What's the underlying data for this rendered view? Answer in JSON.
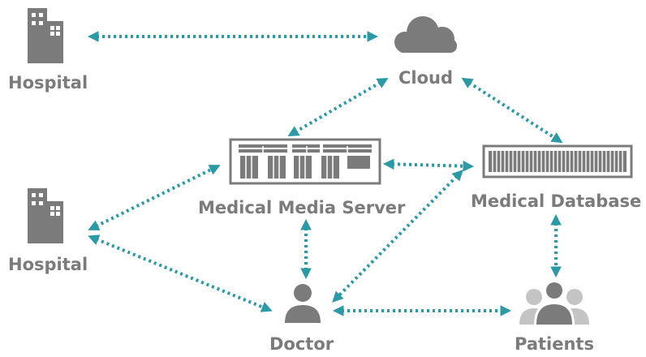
{
  "nodes": {
    "hospital_top": {
      "label": "Hospital",
      "icon": "hospital-building-icon"
    },
    "hospital_mid": {
      "label": "Hospital",
      "icon": "hospital-building-icon"
    },
    "cloud": {
      "label": "Cloud",
      "icon": "cloud-icon"
    },
    "media_server": {
      "label": "Medical Media Server",
      "icon": "server-rack-icon"
    },
    "database": {
      "label": "Medical Database",
      "icon": "database-rack-icon"
    },
    "doctor": {
      "label": "Doctor",
      "icon": "person-icon"
    },
    "patients": {
      "label": "Patients",
      "icon": "people-group-icon"
    }
  },
  "edges": [
    {
      "from": "hospital_top",
      "to": "cloud",
      "style": "dotted",
      "arrows": "both"
    },
    {
      "from": "cloud",
      "to": "media_server",
      "style": "dotted",
      "arrows": "both"
    },
    {
      "from": "cloud",
      "to": "database",
      "style": "dotted",
      "arrows": "both"
    },
    {
      "from": "media_server",
      "to": "database",
      "style": "dotted",
      "arrows": "both"
    },
    {
      "from": "hospital_mid",
      "to": "media_server",
      "style": "dotted",
      "arrows": "both"
    },
    {
      "from": "hospital_mid",
      "to": "doctor",
      "style": "dotted",
      "arrows": "both"
    },
    {
      "from": "media_server",
      "to": "doctor",
      "style": "dotted",
      "arrows": "both"
    },
    {
      "from": "database",
      "to": "doctor",
      "style": "dotted",
      "arrows": "both"
    },
    {
      "from": "database",
      "to": "patients",
      "style": "dotted",
      "arrows": "both"
    },
    {
      "from": "doctor",
      "to": "patients",
      "style": "dotted",
      "arrows": "both"
    }
  ],
  "colors": {
    "arrow": "#2a9aa6",
    "icon": "#7b7b7b",
    "icon_light": "#c4c4c4",
    "label": "#7b7b7b",
    "background": "#ffffff"
  }
}
